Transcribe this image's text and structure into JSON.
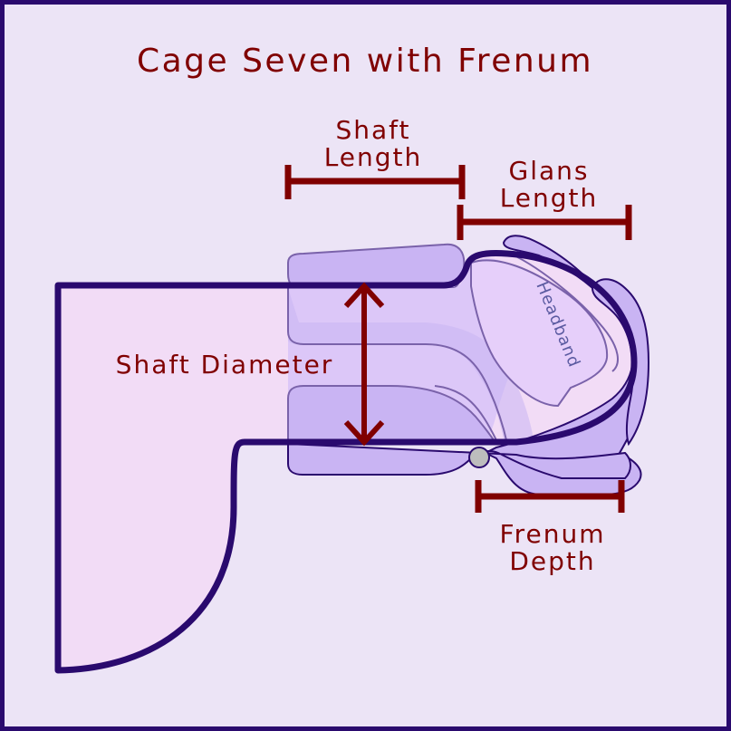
{
  "diagram": {
    "title": "Cage Seven with Frenum",
    "labels": {
      "shaft_length": [
        "Shaft",
        "Length"
      ],
      "glans_length": [
        "Glans",
        "Length"
      ],
      "shaft_diameter": "Shaft Diameter",
      "frenum_depth": [
        "Frenum",
        "Depth"
      ],
      "headband": "Headband"
    },
    "colors": {
      "background": "#ece4f6",
      "border": "#2a0a6e",
      "body_fill": "#f2dcf6",
      "cage_fill": "#c9b4f3",
      "cage_inner": "#ddc6f7",
      "cage_stroke": "#7a62aa",
      "measure": "#800000",
      "ring": "#bdbdbd"
    }
  }
}
